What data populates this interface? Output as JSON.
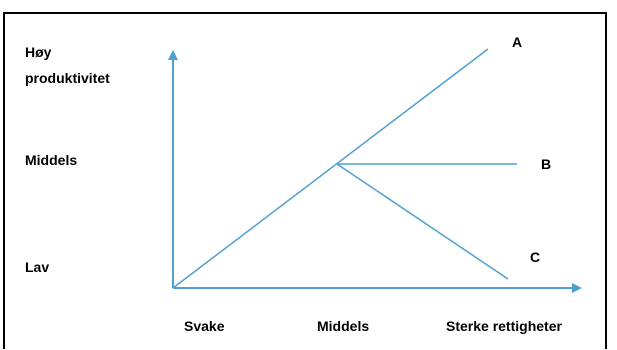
{
  "y_axis": {
    "labels": {
      "high_line1": "Høy",
      "high_line2": "produktivitet",
      "mid": "Middels",
      "low": "Lav"
    }
  },
  "x_axis": {
    "labels": {
      "weak": "Svake",
      "mid": "Middels",
      "strong": "Sterke rettigheter"
    }
  },
  "lines": {
    "a": "A",
    "b": "B",
    "c": "C"
  },
  "colors": {
    "line": "#4f9fcf",
    "text": "#000000",
    "border": "#000000"
  }
}
